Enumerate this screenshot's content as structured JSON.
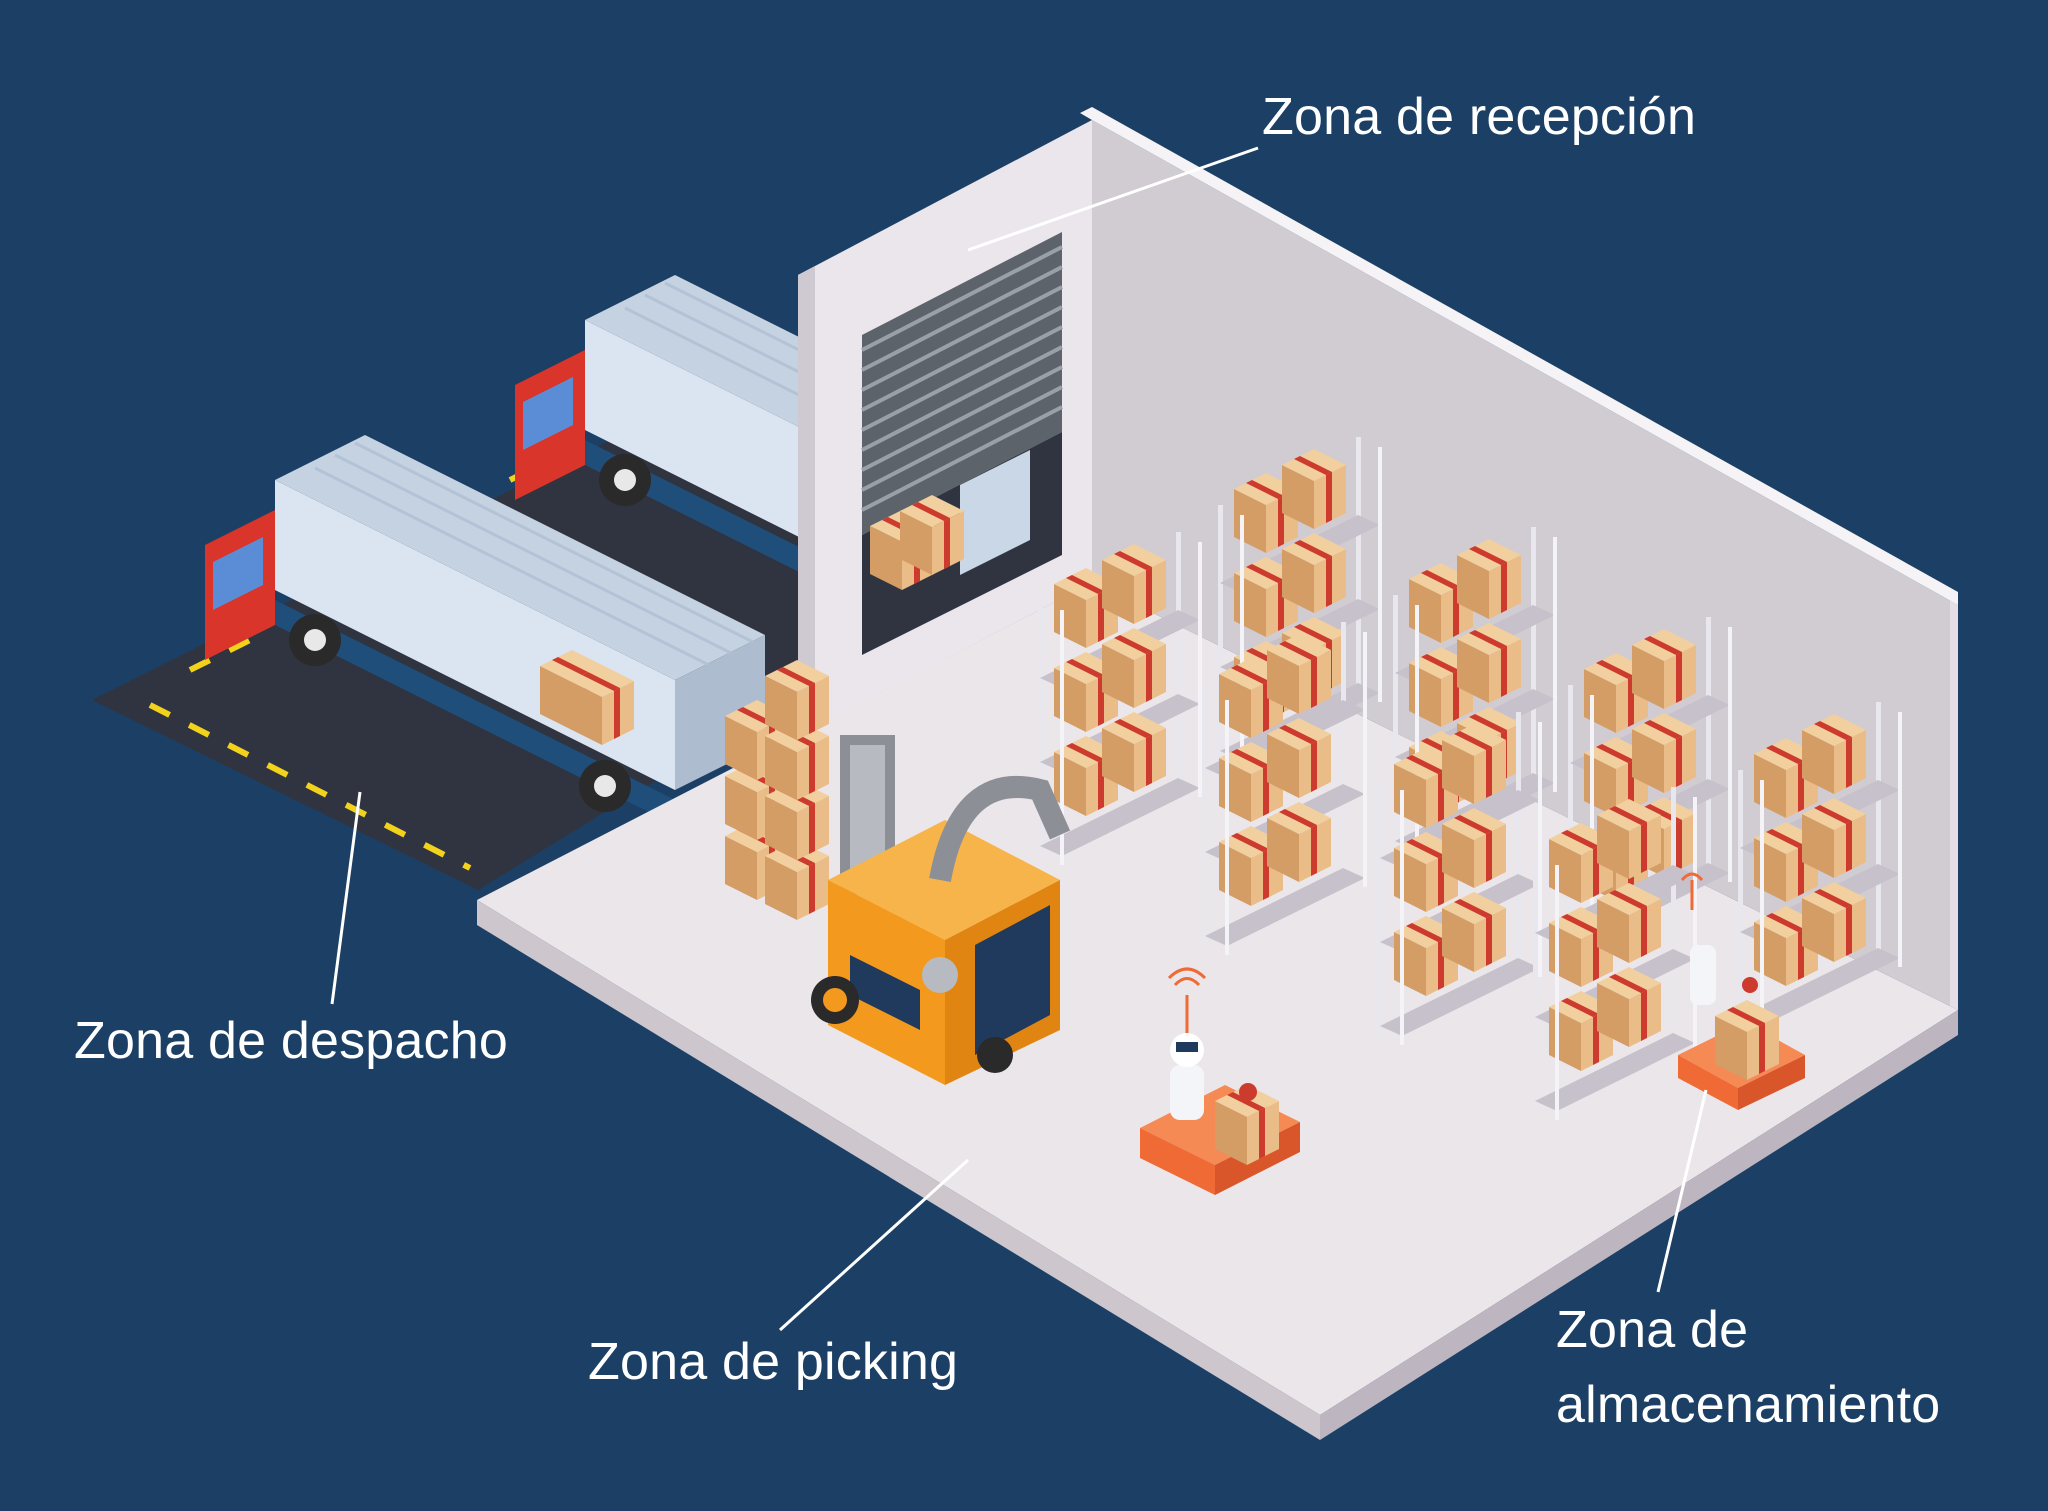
{
  "colors": {
    "background": "#1c4065",
    "floor": "#ebe6ea",
    "wall": "#d1cbd2",
    "rack": "#d8d4dc",
    "box": "#e7b985",
    "tape": "#cd3a2e",
    "truck_cab": "#d9352b",
    "truck_body": "#dbe5f1",
    "forklift": "#f39a1e",
    "robot_base": "#ef6a35",
    "asphalt": "#2f3440",
    "road_marking": "#f2d21b",
    "door_shutter": "#5d636b",
    "label_text": "#ffffff"
  },
  "labels": {
    "recepcion": "Zona de recepción",
    "despacho": "Zona de despacho",
    "picking": "Zona de picking",
    "almacenamiento_line1": "Zona de",
    "almacenamiento_line2": "almacenamiento"
  },
  "icons": [
    "truck-icon",
    "forklift-icon",
    "robot-icon",
    "box-icon",
    "rack-icon",
    "wifi-icon",
    "location-pin-icon"
  ]
}
